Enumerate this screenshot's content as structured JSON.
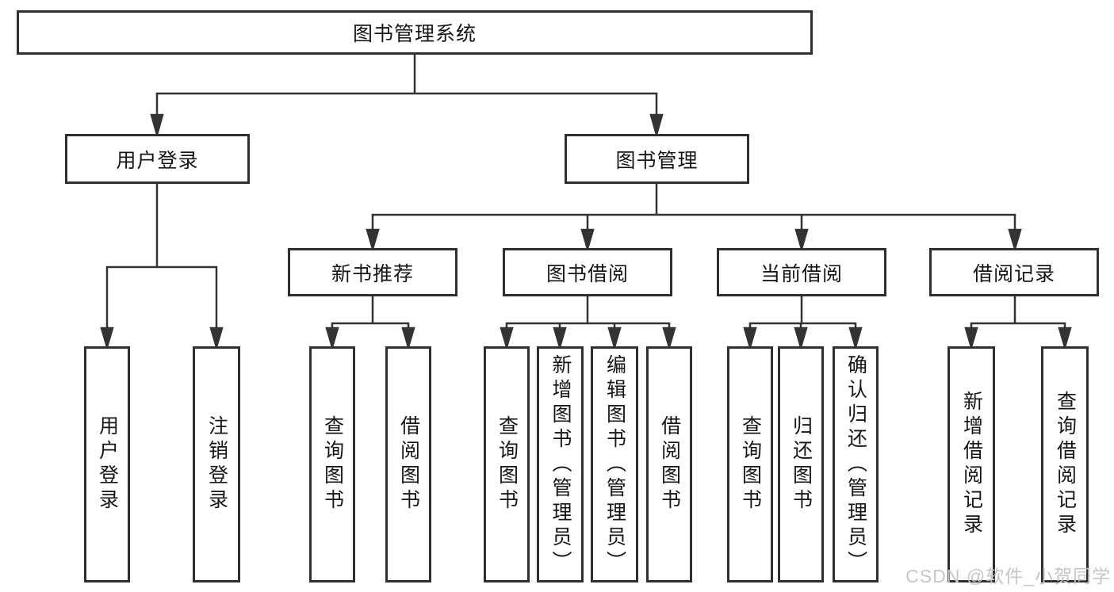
{
  "colors": {
    "border": "#2f2f2f",
    "connector": "#333333",
    "text": "#161616",
    "watermark": "#c6c6c6",
    "background": "#ffffff"
  },
  "tree": {
    "root": "图书管理系统",
    "branches": [
      {
        "label": "用户登录",
        "children": [
          "用户登录",
          "注销登录"
        ]
      },
      {
        "label": "图书管理",
        "groups": [
          {
            "label": "新书推荐",
            "children": [
              "查询图书",
              "借阅图书"
            ]
          },
          {
            "label": "图书借阅",
            "children": [
              "查询图书",
              "新增图书（管理员）",
              "编辑图书（管理员）",
              "借阅图书"
            ]
          },
          {
            "label": "当前借阅",
            "children": [
              "查询图书",
              "归还图书",
              "确认归还（管理员）"
            ]
          },
          {
            "label": "借阅记录",
            "children": [
              "新增借阅记录",
              "查询借阅记录"
            ]
          }
        ]
      }
    ]
  },
  "watermark": "CSDN @软件_小贺同学"
}
